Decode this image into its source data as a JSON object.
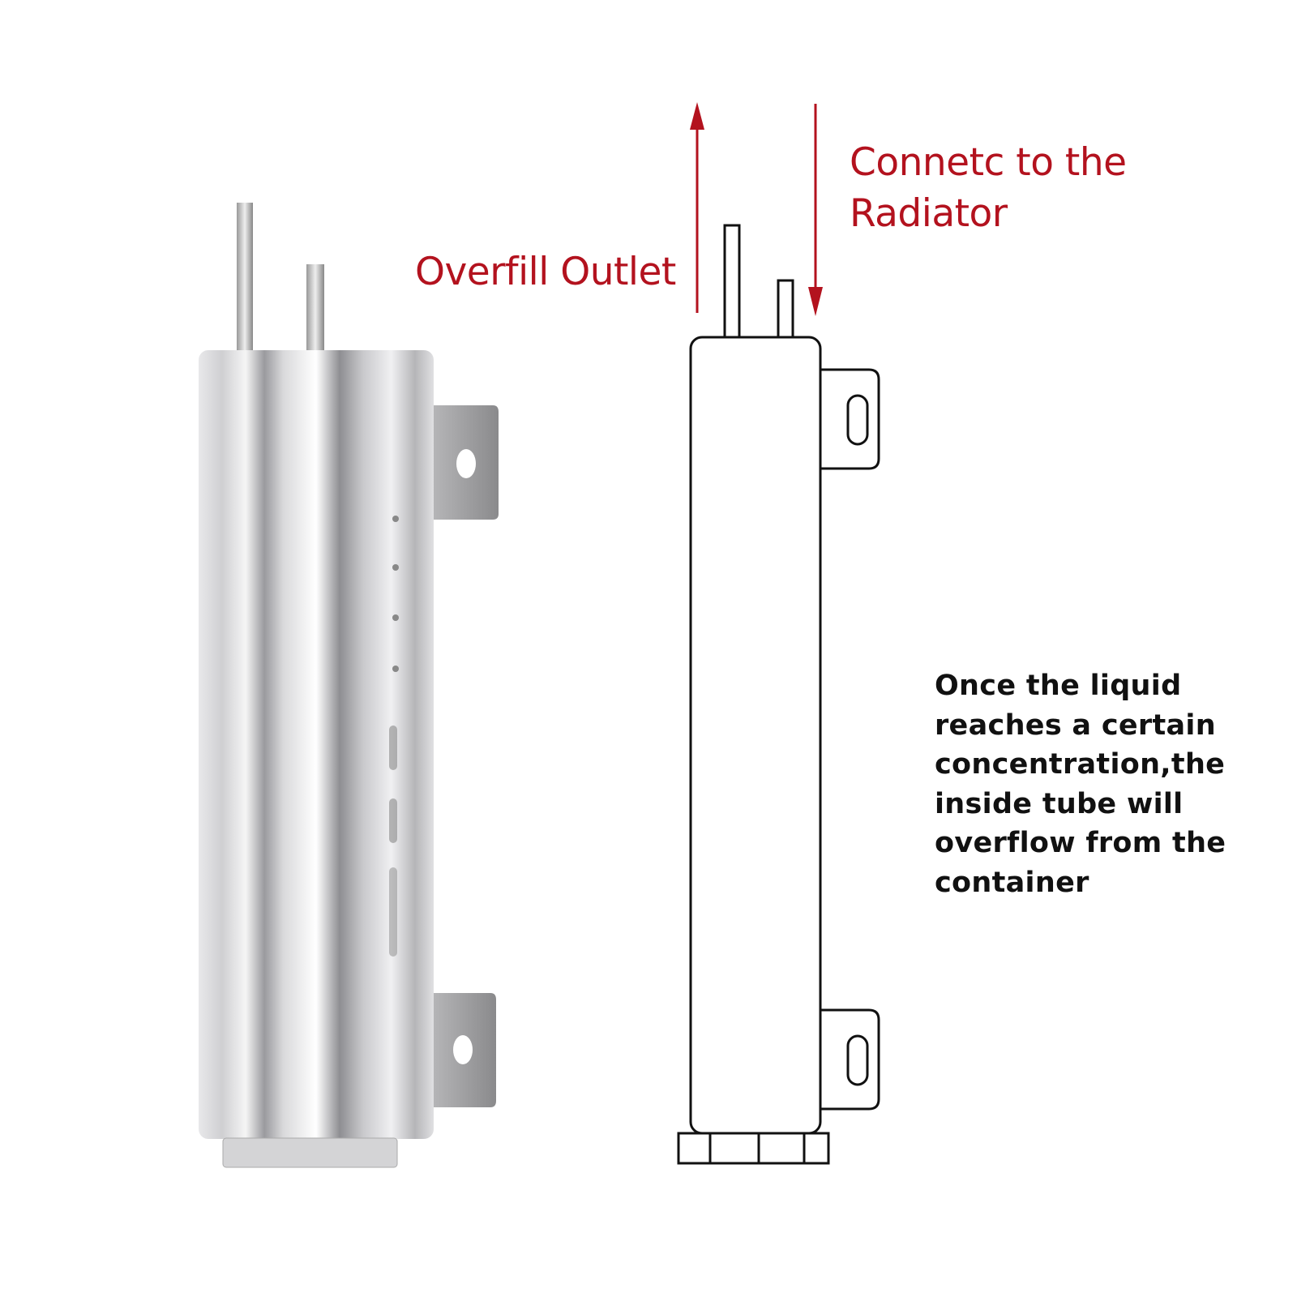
{
  "labels": {
    "overfill_outlet": "Overfill Outlet",
    "connect_radiator": [
      "Connetc to the",
      "Radiator"
    ]
  },
  "description": [
    "Once the liquid",
    "reaches a certain",
    "concentration,the",
    "inside tube will",
    "overflow from the",
    "container"
  ],
  "colors": {
    "label_red": "#b3121e",
    "text": "#111111",
    "outline": "#111111"
  }
}
